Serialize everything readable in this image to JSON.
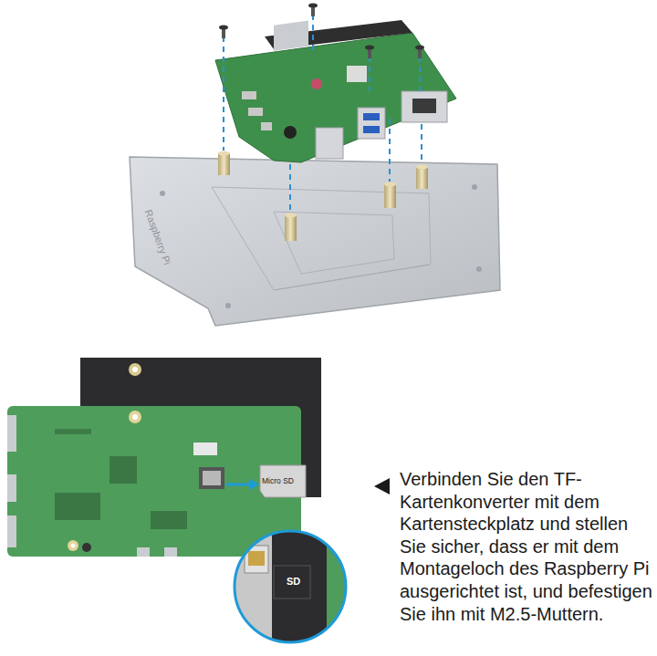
{
  "diagram": {
    "labels": [
      "Raspberry Pi",
      "Micro SD",
      "SD",
      "Verbinden Sie den TF-Kartenkonverter mit dem Kartensteckplatz und stellen Sie sicher, dass er mit dem Montageloch des Raspberry Pi ausgerichtet ist, und befestigen Sie ihn mit M2.5-Muttern."
    ]
  }
}
